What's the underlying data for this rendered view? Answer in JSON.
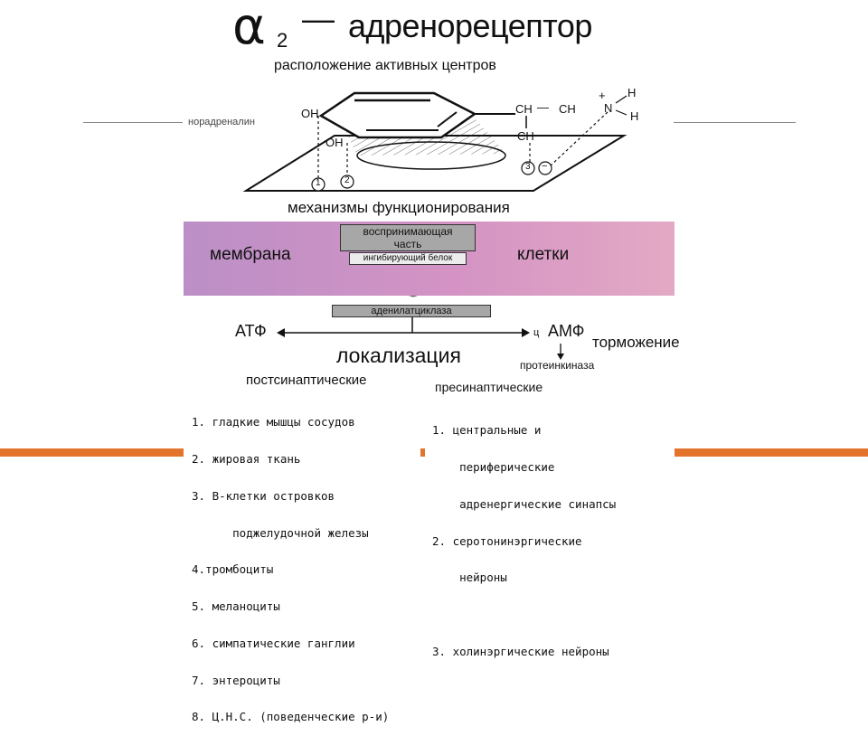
{
  "title": {
    "alpha": "α",
    "subscript": "2",
    "dash": "—",
    "receptor": "адренорецептор"
  },
  "subtitle": "расположение  активных  центров",
  "diagram": {
    "noradrenaline_label": "норадреналин",
    "oh_top": "OH",
    "oh_bottom": "OH",
    "ch1": "CH",
    "ch2": "CH",
    "ch3": "CH",
    "dash_between": "—",
    "nitrogen": "N",
    "plus": "+",
    "h_top": "H",
    "h_bottom": "H",
    "site1": "1",
    "site2": "2",
    "site3": "3",
    "minus": "−"
  },
  "mechanisms_title": "механизмы  функционирования",
  "membrane": {
    "left": "мембрана",
    "right": "клетки",
    "receiving_part": [
      "воспринимающая",
      "часть"
    ],
    "inhibitory_protein": "ингибирующий белок"
  },
  "cascade": {
    "adenylate_cyclase": "аденилатциклаза",
    "atp": "АТФ",
    "c": "ц",
    "amp": "АМФ",
    "inhibition": "торможение",
    "protein_kinase": "протеинкиназа"
  },
  "localization": {
    "title": "локализация",
    "postsynaptic": "постсинаптические",
    "presynaptic": "пресинаптические"
  },
  "post_list": [
    "1. гладкие мышцы сосудов",
    "2. жировая ткань",
    "3. B-клетки островков",
    "      поджелудочной железы",
    "4.тромбоциты",
    "5. меланоциты",
    "6. симпатические ганглии",
    "7. энтероциты",
    "8. Ц.Н.С. (поведенческие р-и)"
  ],
  "pre_list": [
    "1. центральные и",
    "    периферические",
    "    адренергические синапсы",
    "2. серотонинэргические",
    "    нейроны",
    "",
    "3. холинэргические нейроны"
  ],
  "colors": {
    "accent_bar": "#e2742d",
    "membrane_left": "#bb8fc6",
    "membrane_right": "#e3a9c4",
    "box_gray": "#a7a7a7"
  }
}
